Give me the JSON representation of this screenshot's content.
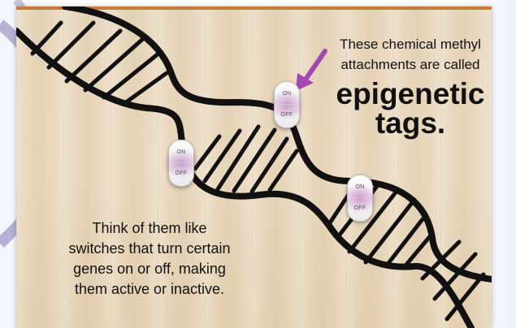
{
  "callout": {
    "line1": "These chemical methyl",
    "line2": "attachments are called",
    "big_line1": "epigenetic",
    "big_line2": "tags."
  },
  "caption": {
    "line1": "Think of them like",
    "line2": "switches that turn certain",
    "line3": "genes on or off, making",
    "line4": "them active or inactive."
  },
  "switches": [
    {
      "on": "ON",
      "off": "OFF"
    },
    {
      "on": "ON",
      "off": "OFF"
    },
    {
      "on": "ON",
      "off": "OFF"
    }
  ],
  "colors": {
    "arrow": "#a347b3",
    "wood": "#e8d7bd",
    "accent_bar": "#c57a3f",
    "ribbon": "#6b5ea8"
  }
}
